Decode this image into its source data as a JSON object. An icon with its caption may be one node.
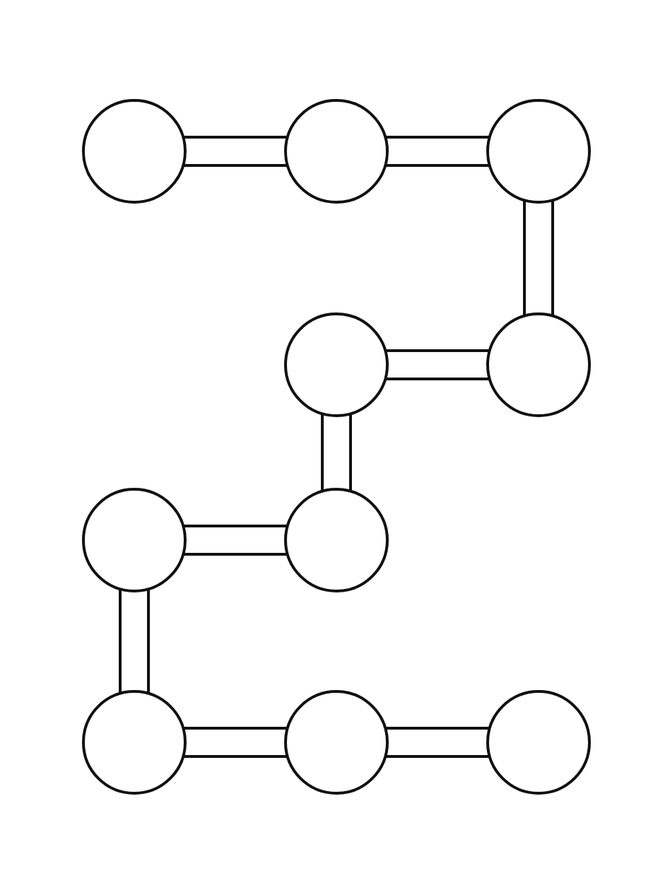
{
  "diagram": {
    "nodes": [
      {
        "text": [],
        "shape": "circle"
      },
      {
        "text": [],
        "shape": "circle"
      },
      {
        "text": [],
        "shape": "circle"
      },
      {
        "text": [],
        "shape": "circle"
      },
      {
        "text": [],
        "shape": "circle"
      },
      {
        "text": [],
        "shape": "circle"
      },
      {
        "text": [],
        "shape": "circle"
      },
      {
        "text": [],
        "shape": "circle"
      },
      {
        "text": [],
        "shape": "circle"
      },
      {
        "text": [],
        "shape": "circle"
      }
    ],
    "edges": [
      {
        "from": 0,
        "to": 1,
        "arrow": "none"
      },
      {
        "from": 1,
        "to": 2,
        "arrow": "none"
      },
      {
        "from": 2,
        "to": 4,
        "arrow": "none"
      },
      {
        "from": 4,
        "to": 3,
        "arrow": "none"
      },
      {
        "from": 3,
        "to": 6,
        "arrow": "none"
      },
      {
        "from": 6,
        "to": 5,
        "arrow": "none"
      },
      {
        "from": 5,
        "to": 7,
        "arrow": "none"
      },
      {
        "from": 7,
        "to": 8,
        "arrow": "none"
      },
      {
        "from": 8,
        "to": 9,
        "arrow": "none"
      }
    ]
  }
}
